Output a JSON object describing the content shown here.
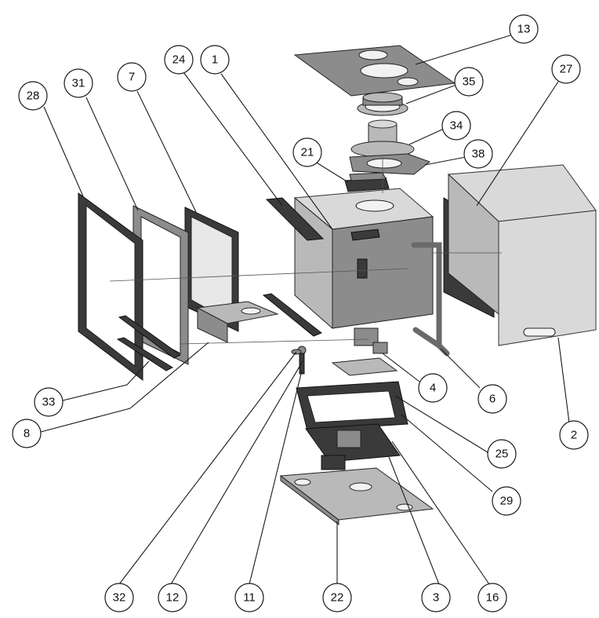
{
  "callouts": [
    {
      "id": "c13",
      "label": "13"
    },
    {
      "id": "c35",
      "label": "35"
    },
    {
      "id": "c34",
      "label": "34"
    },
    {
      "id": "c38",
      "label": "38"
    },
    {
      "id": "c27",
      "label": "27"
    },
    {
      "id": "c21",
      "label": "21"
    },
    {
      "id": "c24",
      "label": "24"
    },
    {
      "id": "c1",
      "label": "1"
    },
    {
      "id": "c7",
      "label": "7"
    },
    {
      "id": "c31",
      "label": "31"
    },
    {
      "id": "c28",
      "label": "28"
    },
    {
      "id": "c33",
      "label": "33"
    },
    {
      "id": "c8",
      "label": "8"
    },
    {
      "id": "c4",
      "label": "4"
    },
    {
      "id": "c6",
      "label": "6"
    },
    {
      "id": "c2",
      "label": "2"
    },
    {
      "id": "c25",
      "label": "25"
    },
    {
      "id": "c29",
      "label": "29"
    },
    {
      "id": "c32",
      "label": "32"
    },
    {
      "id": "c12",
      "label": "12"
    },
    {
      "id": "c11",
      "label": "11"
    },
    {
      "id": "c22",
      "label": "22"
    },
    {
      "id": "c3",
      "label": "3"
    },
    {
      "id": "c16",
      "label": "16"
    }
  ]
}
